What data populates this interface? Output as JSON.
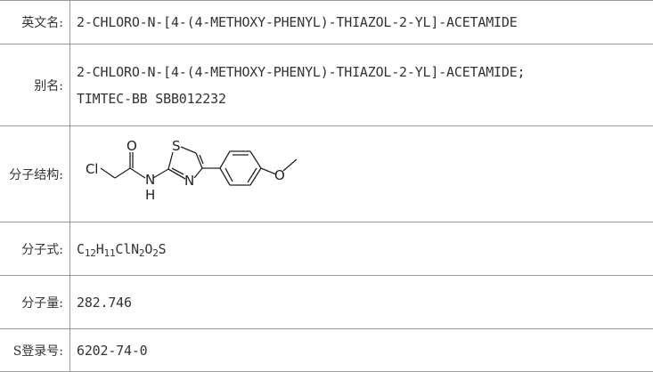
{
  "rows": {
    "english_name": {
      "label": "英文名:",
      "value": "2-CHLORO-N-[4-(4-METHOXY-PHENYL)-THIAZOL-2-YL]-ACETAMIDE"
    },
    "aliases": {
      "label": "别名:",
      "line1": "2-CHLORO-N-[4-(4-METHOXY-PHENYL)-THIAZOL-2-YL]-ACETAMIDE;",
      "line2": "TIMTEC-BB SBB012232"
    },
    "structure": {
      "label": "分子结构:",
      "atoms": {
        "cl": "Cl",
        "o_carbonyl": "O",
        "n_amide": "N",
        "h_amide": "H",
        "s": "S",
        "n_ring": "N",
        "o_ether": "O"
      }
    },
    "formula": {
      "label": "分子式:",
      "parts": {
        "c": "C",
        "c_n": "12",
        "h": "H",
        "h_n": "11",
        "cl_n": "ClN",
        "n_n": "2",
        "o": "O",
        "o_n": "2",
        "s": "S"
      }
    },
    "weight": {
      "label": "分子量:",
      "value": "282.746"
    },
    "cas": {
      "label": "S登录号:",
      "value": "6202-74-0"
    }
  }
}
